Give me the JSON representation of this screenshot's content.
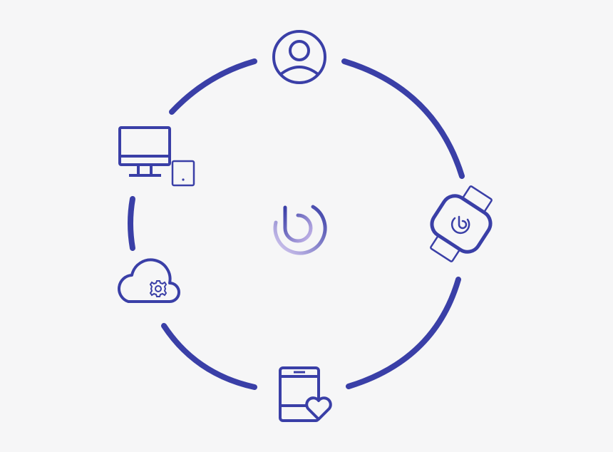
{
  "diagram": {
    "accent_color": "#3a3fa7",
    "logo_gradient": [
      "#3a3fa7",
      "#c8b8ea"
    ],
    "background_color": "#f6f6f7",
    "nodes": [
      {
        "id": "user",
        "icon": "user-profile-icon"
      },
      {
        "id": "smartwatch",
        "icon": "smartwatch-icon"
      },
      {
        "id": "phone",
        "icon": "phone-heart-icon"
      },
      {
        "id": "cloud",
        "icon": "cloud-gear-icon"
      },
      {
        "id": "computer",
        "icon": "desktop-tablet-icon"
      }
    ],
    "center": {
      "icon": "brand-logo-icon"
    }
  }
}
